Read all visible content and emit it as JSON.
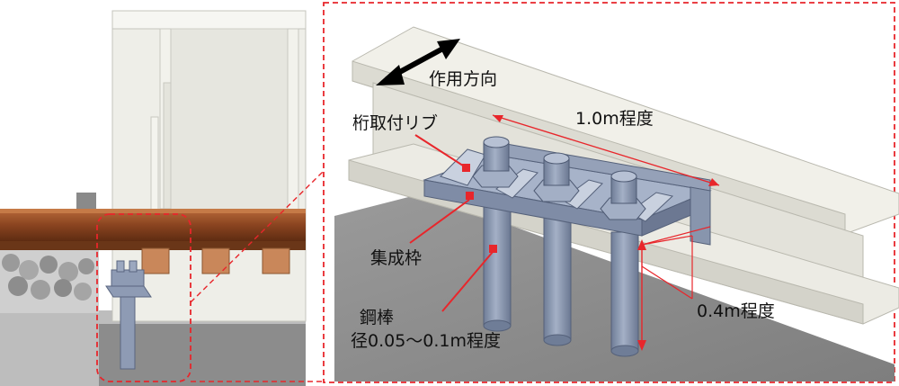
{
  "labels": {
    "direction": "作用方向",
    "rib": "桁取付リブ",
    "length": "1.0m程度",
    "frame": "集成枠",
    "rod_line1": "鋼棒",
    "rod_line2": "径0.05～0.1m程度",
    "depth": "0.4m程度"
  },
  "colors": {
    "callout_line": "#e8262b",
    "steel_blue": "#8e9bb4",
    "girder": "#ecebe3",
    "rail": "#8b4a22",
    "ground": "#8f8f8f"
  }
}
